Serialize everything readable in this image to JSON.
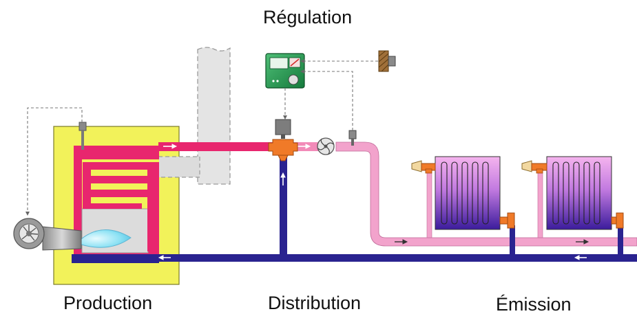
{
  "labels": {
    "title": "Régulation",
    "production": "Production",
    "distribution": "Distribution",
    "emission": "Émission"
  },
  "colors": {
    "boiler_casing": "#f2f25a",
    "hot_water": "#e8266e",
    "supply_pipe_light": "#f2a3cc",
    "return_water": "#2a2390",
    "controller": "#1f8a4c",
    "valve": "#f07a28",
    "flame": "#7fdcf2",
    "chimney": "#dcdcdc",
    "radiator_top": "#f2a6e6",
    "radiator_bottom": "#3a1a9a",
    "wall_probe": "#a0703a"
  },
  "icons": [
    "burner-fan-icon",
    "flame-icon",
    "circulator-pump-icon",
    "three-way-valve-icon",
    "thermostatic-valve-icon",
    "outdoor-sensor-icon",
    "controller-icon"
  ]
}
